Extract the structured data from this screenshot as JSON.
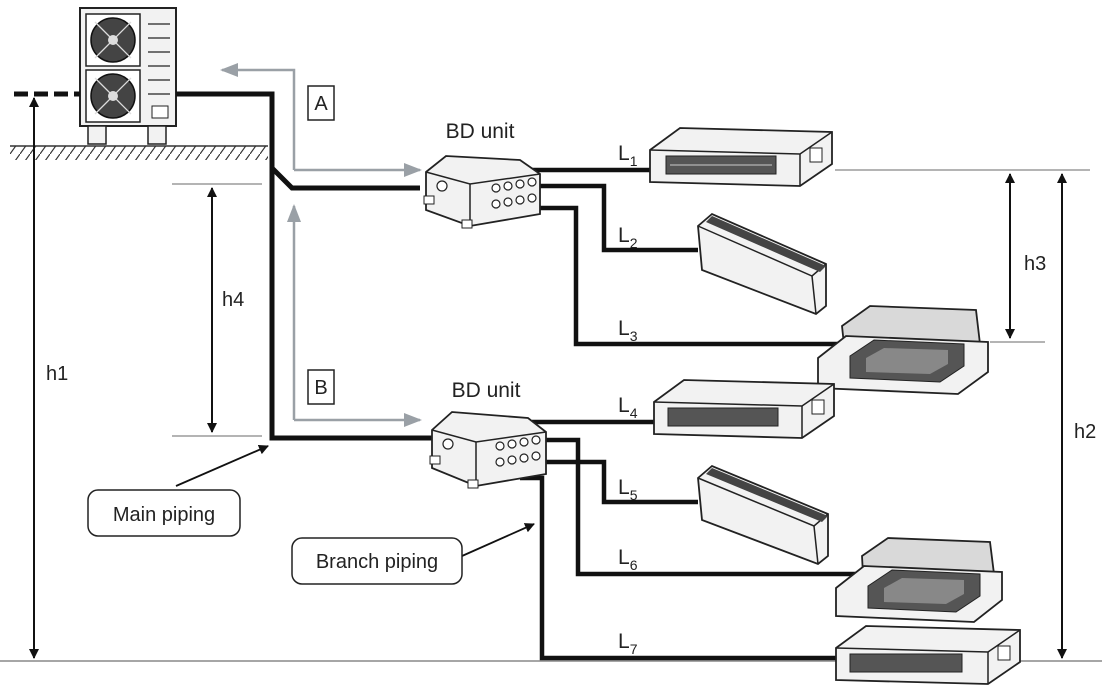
{
  "labels": {
    "bd_unit_top": "BD unit",
    "bd_unit_bottom": "BD unit",
    "box_a": "A",
    "box_b": "B",
    "h1": "h1",
    "h2": "h2",
    "h3": "h3",
    "h4": "h4",
    "main_piping": "Main piping",
    "branch_piping": "Branch piping"
  },
  "pipe_labels": [
    {
      "letter": "L",
      "sub": "1"
    },
    {
      "letter": "L",
      "sub": "2"
    },
    {
      "letter": "L",
      "sub": "3"
    },
    {
      "letter": "L",
      "sub": "4"
    },
    {
      "letter": "L",
      "sub": "5"
    },
    {
      "letter": "L",
      "sub": "6"
    },
    {
      "letter": "L",
      "sub": "7"
    }
  ],
  "colors": {
    "pipe": "#111111",
    "arrow_gray": "#9aa0a6",
    "unit_fill": "#f2f2f2",
    "unit_stroke": "#222222",
    "ref_line": "#888888"
  }
}
